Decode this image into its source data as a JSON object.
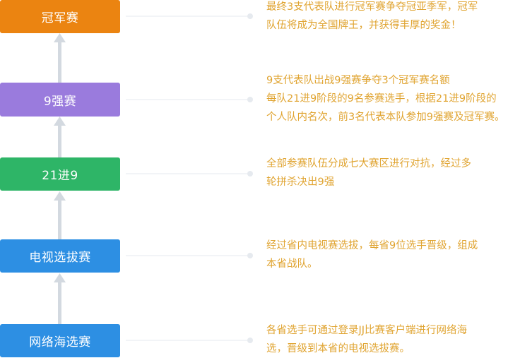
{
  "colors": {
    "connector": "#dde3ea",
    "arrow": "#d3d9e0",
    "description_text": "#e0a431"
  },
  "stages": [
    {
      "label": "冠军赛",
      "color": "#eb8411",
      "description": [
        "最终3支代表队进行冠军赛争夺冠亚季军，冠军",
        "队伍将成为全国牌王，并获得丰厚的奖金！"
      ]
    },
    {
      "label": "9强赛",
      "color": "#9a7bdd",
      "description": [
        "9支代表队出战9强赛争夺3个冠军赛名额",
        "每队21进9阶段的9名参赛选手，根据21进9阶段的",
        "个人队内名次，前3名代表本队参加9强赛及冠军赛。"
      ]
    },
    {
      "label": "21进9",
      "color": "#2eb567",
      "description": [
        "全部参赛队伍分成七大赛区进行对抗，经过多",
        "轮拼杀决出9强"
      ]
    },
    {
      "label": "电视选拔赛",
      "color": "#2d8fe3",
      "description": [
        "经过省内电视赛选拔，每省9位选手晋级，组成",
        "本省战队。"
      ]
    },
    {
      "label": "网络海选赛",
      "color": "#2d8fe3",
      "description": [
        "各省选手可通过登录JJ比赛客户端进行网络海",
        "选，晋级到本省的电视选拔赛。"
      ]
    }
  ]
}
